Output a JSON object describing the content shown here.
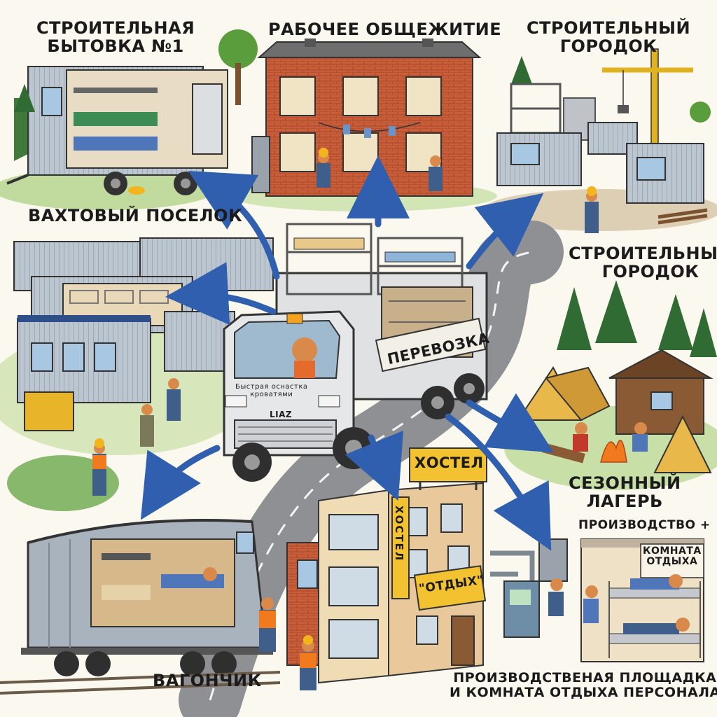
{
  "labels": {
    "bytovka": [
      "Строительная",
      "бытовка №1"
    ],
    "obshchezhitie": [
      "Рабочее общежитие"
    ],
    "gorodok_top": [
      "Строительный",
      "городок"
    ],
    "vakhtovy": [
      "Вахтовый поселок"
    ],
    "gorodok_right": [
      "Строительный",
      "городок"
    ],
    "lager": [
      "Сезонный",
      "лагерь"
    ],
    "proizvodstvo_plus": "Производство +",
    "komnata_otdykha": [
      "Комната",
      "отдыха"
    ],
    "vagonchik": "Вагончик",
    "ploshchadka": [
      "Производствeная площадка",
      "и комната отдыха персонала"
    ]
  },
  "truck": {
    "side_text": "Перевозка",
    "door_text": [
      "Быстрая оснастка",
      "кроватями"
    ],
    "grille_text": "LIAZ"
  },
  "hostel": {
    "roof_sign": "Хостел",
    "vertical_sign": "Хостел",
    "otdykh_sign": "\"Отдых\""
  },
  "colors": {
    "arrow": "#2f5fae",
    "brick": "#c85e3a",
    "metal": "#b9c2cc",
    "grass": "#7fb34f",
    "sign_yellow": "#f2c230",
    "road": "#8e9094"
  }
}
